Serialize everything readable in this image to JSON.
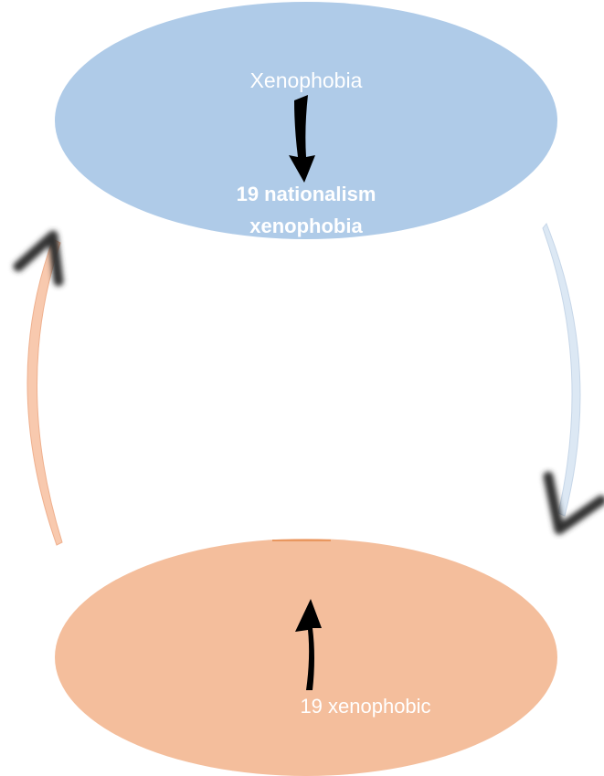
{
  "top_node": {
    "title": "Xenophobia",
    "subtitle_line1": "19 nationalism",
    "subtitle_line2": "xenophobia",
    "fill": "#afcbe8"
  },
  "bottom_node": {
    "title": "19 xenophobic",
    "fill": "#f4be9c"
  },
  "connectors": {
    "right_arrow_fill": "#dce8f4",
    "left_arrow_fill": "#f8c9ae",
    "inner_arrow_color": "#000000"
  }
}
